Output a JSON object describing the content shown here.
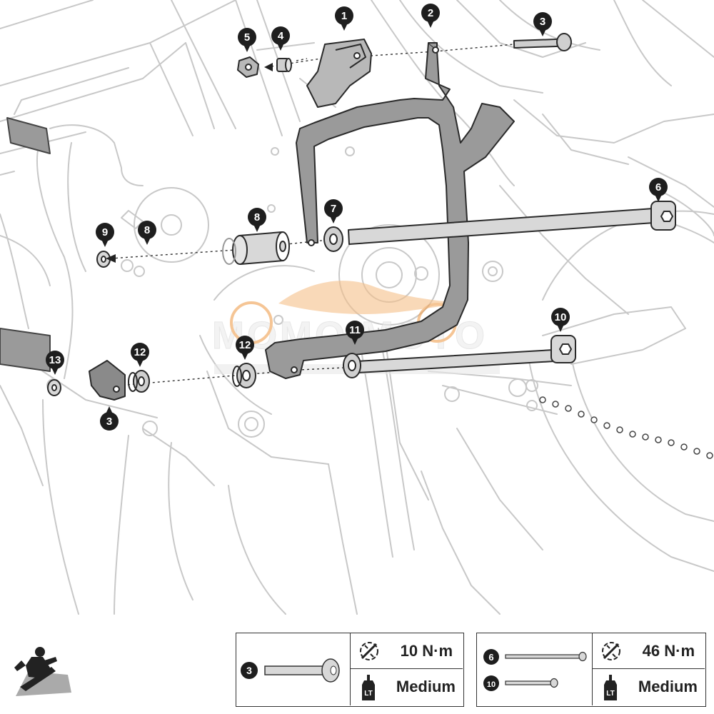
{
  "callouts": [
    {
      "id": "c1",
      "label": "1"
    },
    {
      "id": "c2",
      "label": "2"
    },
    {
      "id": "c3a",
      "label": "3"
    },
    {
      "id": "c4",
      "label": "4"
    },
    {
      "id": "c5",
      "label": "5"
    },
    {
      "id": "c6",
      "label": "6"
    },
    {
      "id": "c7",
      "label": "7"
    },
    {
      "id": "c8a",
      "label": "8"
    },
    {
      "id": "c8b",
      "label": "8"
    },
    {
      "id": "c9",
      "label": "9"
    },
    {
      "id": "c10",
      "label": "10"
    },
    {
      "id": "c11",
      "label": "11"
    },
    {
      "id": "c12a",
      "label": "12"
    },
    {
      "id": "c12b",
      "label": "12"
    },
    {
      "id": "c13",
      "label": "13"
    },
    {
      "id": "c3b",
      "label": "3"
    }
  ],
  "watermark": {
    "text": "MOMO MOTO",
    "color": "#f0a050"
  },
  "spec_tables": [
    {
      "parts": [
        "3"
      ],
      "torque": "10 N·m",
      "threadlock": "Medium",
      "threadlock_icon_text": "LT"
    },
    {
      "parts": [
        "6",
        "10"
      ],
      "torque": "46 N·m",
      "threadlock": "Medium",
      "threadlock_icon_text": "LT"
    }
  ],
  "icons": {
    "torque": "torque-wrench-icon",
    "threadlock": "threadlocker-bottle-icon",
    "mechanic": "mechanic-working-icon"
  },
  "colors": {
    "line": "#c8c8c8",
    "bar_fill": "#9a9a9a",
    "bar_stroke": "#2a2a2a",
    "callout": "#1e1e1e",
    "watermark": "#f0a050"
  }
}
